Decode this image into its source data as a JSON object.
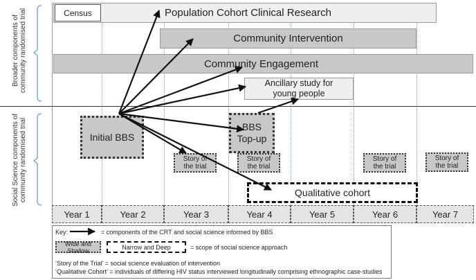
{
  "side_labels": {
    "top": [
      "Broader components of",
      "community randomised trial"
    ],
    "bottom": [
      "Social Science components of",
      "community randomised trial"
    ]
  },
  "boxes": {
    "census": "Census",
    "population_cohort": "Population Cohort Clinical Research",
    "community_intervention": "Community Intervention",
    "community_engagement": "Community Engagement",
    "ancillary": [
      "Ancillary study for",
      "young people"
    ],
    "initial_bbs": "Initial BBS",
    "bbs_topup": [
      "BBS",
      "Top-up"
    ],
    "story_of_trial": [
      "Story of",
      "the trial"
    ],
    "qualitative_cohort": "Qualitative cohort"
  },
  "years": [
    "Year 1",
    "Year 2",
    "Year 3",
    "Year 4",
    "Year 5",
    "Year 6",
    "Year 7"
  ],
  "key": {
    "label": "Key:",
    "arrow_text": "= components of the CRT and social science informed by BBS",
    "wide_shallow": "Wide and Shallow",
    "narrow_deep": "Narrow and Deep",
    "scope_text": "= scope of social science approach",
    "note1": "‘Story of the Trial’ = social science evaluation of intervention",
    "note2": "‘Qualitative Cohort’ = individuals of differing HIV status interviewed longitudinally comprising ethnographic case-studies"
  }
}
